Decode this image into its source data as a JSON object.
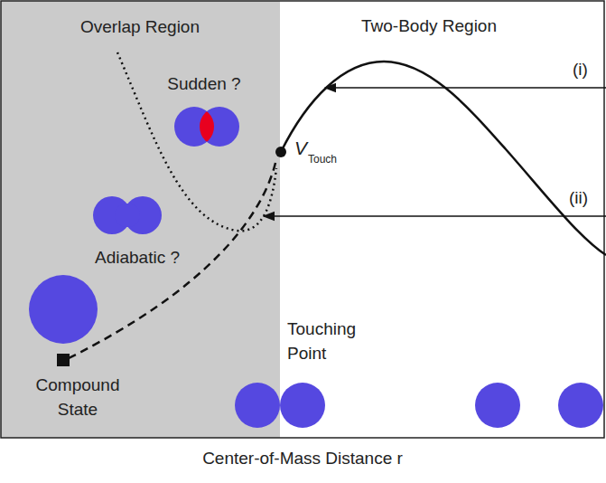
{
  "diagram": {
    "nodes": [
      {
        "text": [
          "Overlap Region"
        ]
      }
    ],
    "labels": [
      "Two-Body Region",
      "(i)",
      "(ii)",
      "Sudden ?",
      "V",
      "Touch",
      "Adiabatic ?",
      "Touching Point",
      "Compound State",
      "Center-of-Mass Distance r"
    ]
  }
}
